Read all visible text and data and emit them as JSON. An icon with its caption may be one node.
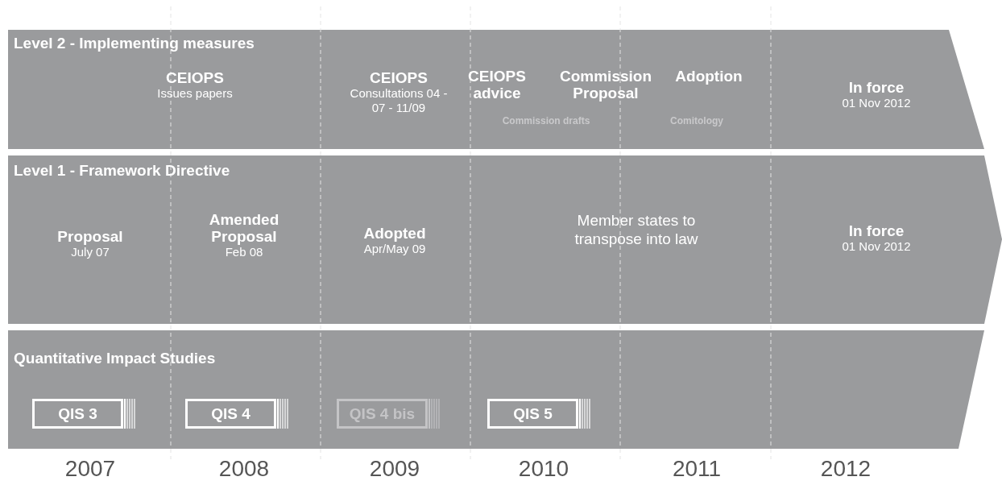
{
  "diagram": {
    "nodes": [
      {
        "text": [
          "Level 2 - Implementing measures"
        ]
      },
      {
        "text": [
          "CEIOPS",
          "Issues papers"
        ],
        "in": 0
      },
      {
        "text": [
          "CEIOPS",
          "Consultations 04 - 07 - 11/09"
        ],
        "in": 0
      },
      {
        "text": [
          "CEIOPS advice"
        ],
        "in": 0
      },
      {
        "text": [
          "Commission Proposal"
        ],
        "in": 0
      },
      {
        "text": [
          "Adoption"
        ],
        "in": 0
      },
      {
        "text": [
          "In force",
          "01 Nov 2012"
        ],
        "in": 0
      },
      {
        "text": [
          "Level 1 - Framework Directive"
        ]
      },
      {
        "text": [
          "Proposal",
          "July 07"
        ],
        "in": 7
      },
      {
        "text": [
          "Amended Proposal",
          "Feb 08"
        ],
        "in": 7
      },
      {
        "text": [
          "Adopted",
          "Apr/May 09"
        ],
        "in": 7
      },
      {
        "text": [
          "Member states to transpose into law"
        ],
        "in": 7
      },
      {
        "text": [
          "In force",
          "01 Nov 2012"
        ],
        "in": 7
      },
      {
        "text": [
          "Quantitative Impact Studies"
        ]
      },
      {
        "text": [
          "QIS 3"
        ],
        "in": 13
      },
      {
        "text": [
          "QIS 4"
        ],
        "in": 13
      },
      {
        "text": [
          "QIS 4 bis"
        ],
        "in": 13
      },
      {
        "text": [
          "QIS 5"
        ],
        "in": 13
      }
    ],
    "labels": [
      "Commission drafts",
      "Comitology",
      "2007",
      "2008",
      "2009",
      "2010",
      "2011",
      "2012"
    ]
  }
}
